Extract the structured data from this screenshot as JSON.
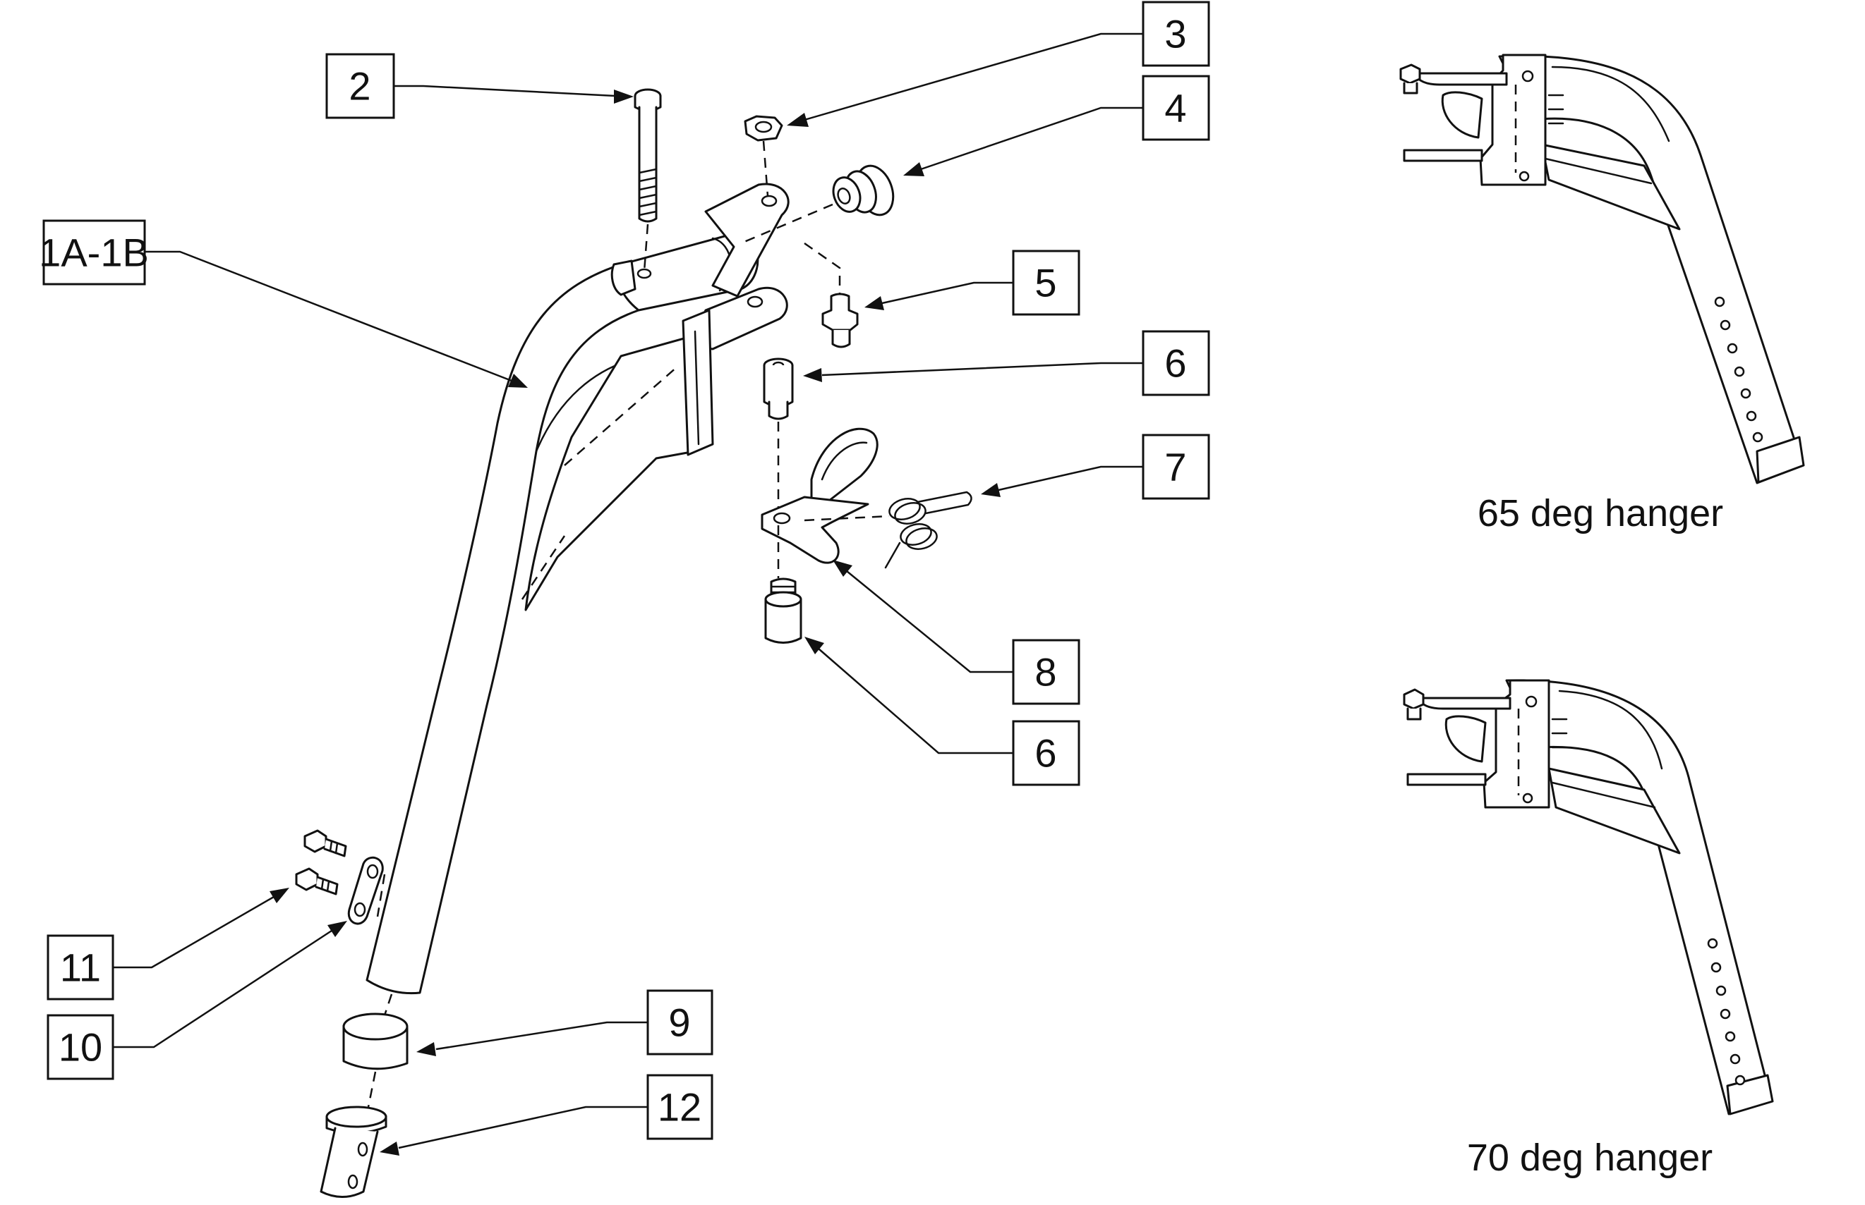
{
  "callouts": {
    "c_1a_1b": "1A-1B",
    "c_2": "2",
    "c_3": "3",
    "c_4": "4",
    "c_5": "5",
    "c_6_upper": "6",
    "c_7": "7",
    "c_8": "8",
    "c_6_lower": "6",
    "c_9": "9",
    "c_10": "10",
    "c_11": "11",
    "c_12": "12"
  },
  "captions": {
    "hanger_65": "65 deg hanger",
    "hanger_70": "70 deg hanger"
  }
}
